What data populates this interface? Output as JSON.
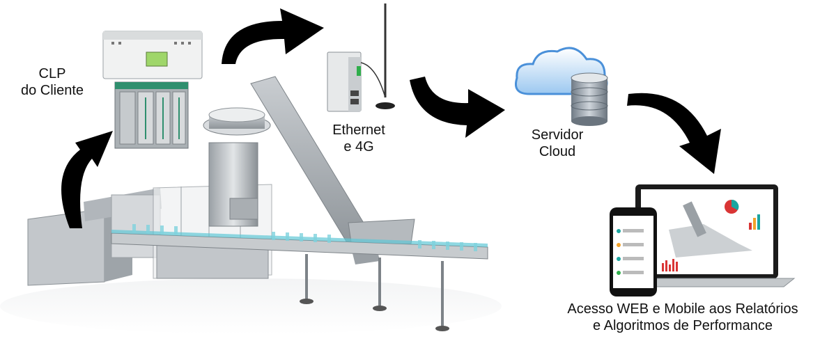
{
  "labels": {
    "plc": [
      "CLP",
      "do Cliente"
    ],
    "gateway": [
      "Ethernet",
      "e 4G"
    ],
    "cloud": [
      "Servidor",
      "Cloud"
    ],
    "access": [
      "Acesso WEB e Mobile aos Relatórios",
      "e Algoritmos de Performance"
    ]
  },
  "colors": {
    "arrow": "#000000",
    "machine": "#8e9499",
    "plc_green": "#2f8f6e",
    "cloud": "#4a90d9",
    "db": "#7d8894",
    "accent_red": "#d93535",
    "accent_teal": "#1aa5a0"
  }
}
